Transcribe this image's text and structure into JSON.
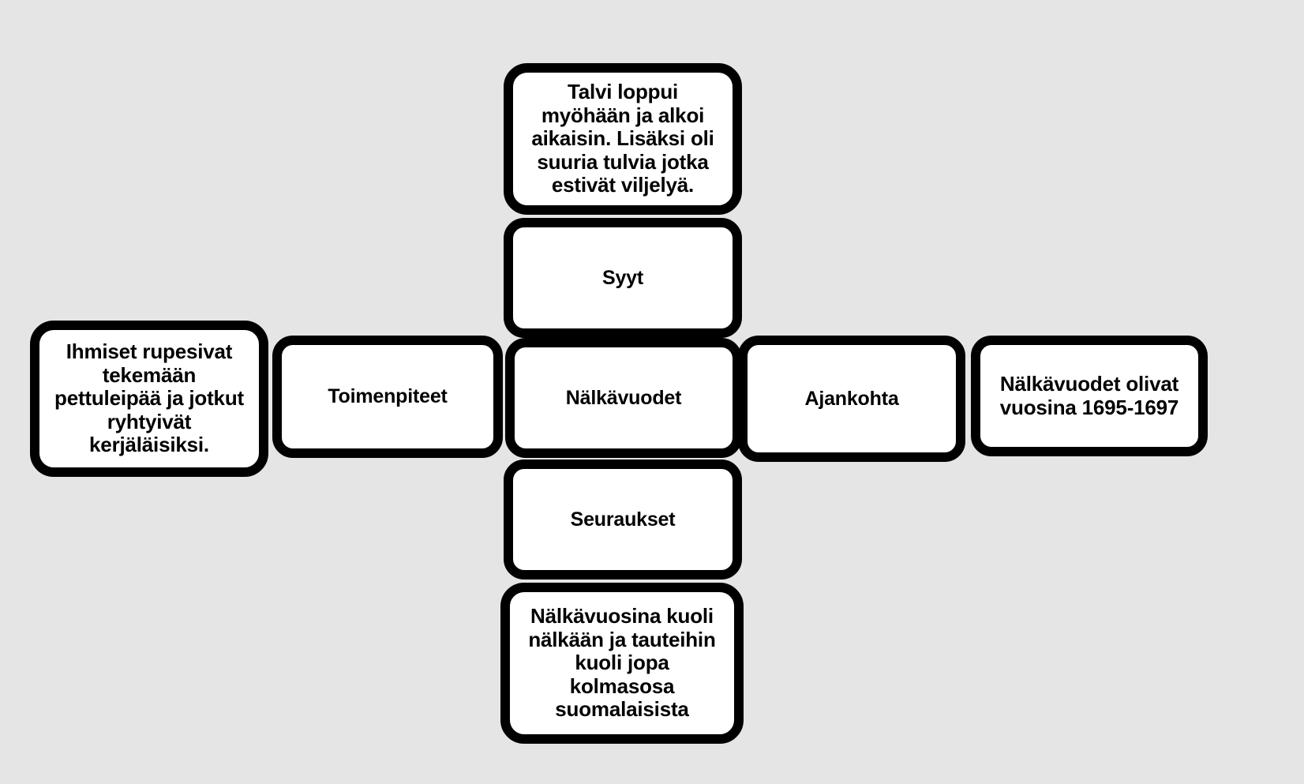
{
  "canvas": {
    "background_color": "#e5e5e5",
    "node_fill_color": "#ffffff",
    "node_border_color": "#000000",
    "text_color": "#000000"
  },
  "diagram": {
    "type": "mind-map",
    "center": {
      "id": "nalkavuodet",
      "label": "Nälkävuodet"
    },
    "branches": [
      {
        "id": "syyt",
        "label": "Syyt",
        "direction": "up",
        "detail": {
          "id": "syyt-detail",
          "label": "Talvi loppui\nmyöhään  ja alkoi\naikaisin. Lisäksi oli\nsuuria tulvia jotka\nestivät viljelyä."
        }
      },
      {
        "id": "seuraukset",
        "label": "Seuraukset",
        "direction": "down",
        "detail": {
          "id": "seuraukset-detail",
          "label": "Nälkävuosina kuoli\nnälkään ja tauteihin\nkuoli jopa\nkolmasosa\nsuomalaisista"
        }
      },
      {
        "id": "toimenpiteet",
        "label": "Toimenpiteet",
        "direction": "left",
        "detail": {
          "id": "toimenpiteet-detail",
          "label": "Ihmiset rupesivat\ntekemään\npettuleipää ja jotkut\nryhtyivät\nkerjäläisiksi."
        }
      },
      {
        "id": "ajankohta",
        "label": "Ajankohta",
        "direction": "right",
        "detail": {
          "id": "ajankohta-detail",
          "label": "Nälkävuodet olivat\nvuosina 1695-1697"
        }
      }
    ]
  }
}
